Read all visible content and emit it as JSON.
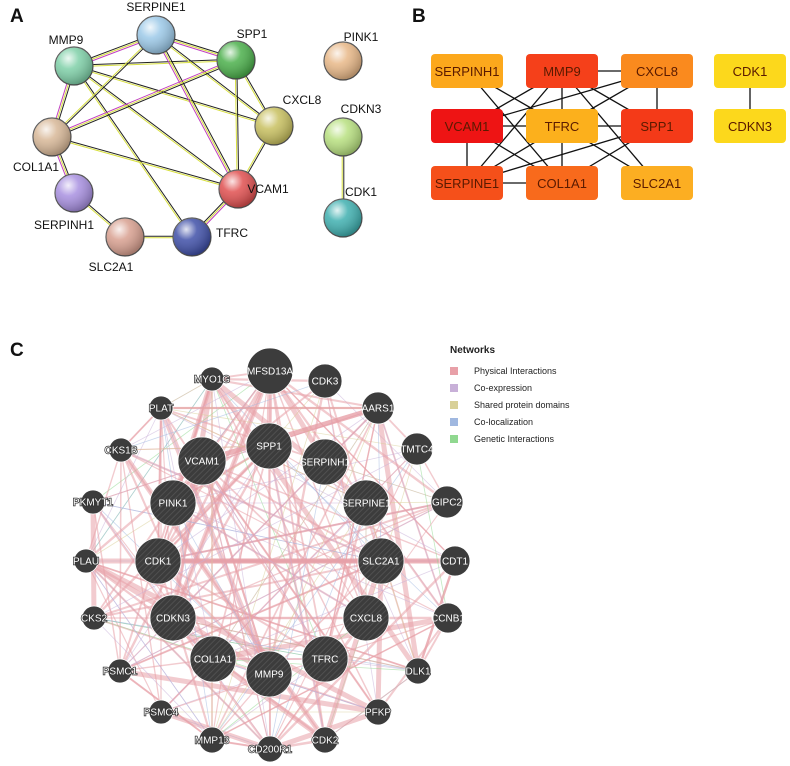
{
  "panels": {
    "a": {
      "letter": "A"
    },
    "b": {
      "letter": "B"
    },
    "c": {
      "letter": "C"
    }
  },
  "panel_a": {
    "nodes": [
      {
        "id": "SERPINE1",
        "color": "#9cc9e8"
      },
      {
        "id": "MMP9",
        "color": "#7fd0a8"
      },
      {
        "id": "SPP1",
        "color": "#4cb04c"
      },
      {
        "id": "CXCL8",
        "color": "#c8c060"
      },
      {
        "id": "COL1A1",
        "color": "#d8b898"
      },
      {
        "id": "VCAM1",
        "color": "#e05050"
      },
      {
        "id": "SERPINH1",
        "color": "#a890e0"
      },
      {
        "id": "SLC2A1",
        "color": "#d8a090"
      },
      {
        "id": "TFRC",
        "color": "#4050a8"
      },
      {
        "id": "PINK1",
        "color": "#e8b888"
      },
      {
        "id": "CDKN3",
        "color": "#b8e080"
      },
      {
        "id": "CDK1",
        "color": "#40b0b0"
      }
    ],
    "edges": [
      [
        "MMP9",
        "SERPINE1"
      ],
      [
        "MMP9",
        "SPP1"
      ],
      [
        "MMP9",
        "CXCL8"
      ],
      [
        "MMP9",
        "COL1A1"
      ],
      [
        "MMP9",
        "VCAM1"
      ],
      [
        "MMP9",
        "TFRC"
      ],
      [
        "SERPINE1",
        "SPP1"
      ],
      [
        "SERPINE1",
        "CXCL8"
      ],
      [
        "SERPINE1",
        "COL1A1"
      ],
      [
        "SERPINE1",
        "VCAM1"
      ],
      [
        "SPP1",
        "CXCL8"
      ],
      [
        "SPP1",
        "VCAM1"
      ],
      [
        "SPP1",
        "COL1A1"
      ],
      [
        "CXCL8",
        "VCAM1"
      ],
      [
        "COL1A1",
        "VCAM1"
      ],
      [
        "COL1A1",
        "SERPINH1"
      ],
      [
        "SERPINH1",
        "SLC2A1"
      ],
      [
        "SLC2A1",
        "TFRC"
      ],
      [
        "TFRC",
        "VCAM1"
      ],
      [
        "CDKN3",
        "CDK1"
      ]
    ]
  },
  "panel_b": {
    "nodes": [
      {
        "id": "SERPINH1",
        "color": "#fca81c"
      },
      {
        "id": "MMP9",
        "color": "#f5401a"
      },
      {
        "id": "CXCL8",
        "color": "#fa8a1e"
      },
      {
        "id": "VCAM1",
        "color": "#ee1414"
      },
      {
        "id": "TFRC",
        "color": "#fcb01c"
      },
      {
        "id": "SPP1",
        "color": "#f43a18"
      },
      {
        "id": "SERPINE1",
        "color": "#f5501a"
      },
      {
        "id": "COL1A1",
        "color": "#f86a1c"
      },
      {
        "id": "SLC2A1",
        "color": "#fcae22"
      },
      {
        "id": "CDK1",
        "color": "#fcd81c"
      },
      {
        "id": "CDKN3",
        "color": "#fcd81c"
      }
    ],
    "edges": [
      [
        "SERPINH1",
        "TFRC"
      ],
      [
        "SERPINH1",
        "COL1A1"
      ],
      [
        "MMP9",
        "CXCL8"
      ],
      [
        "MMP9",
        "VCAM1"
      ],
      [
        "MMP9",
        "TFRC"
      ],
      [
        "MMP9",
        "SERPINE1"
      ],
      [
        "MMP9",
        "SPP1"
      ],
      [
        "MMP9",
        "SLC2A1"
      ],
      [
        "CXCL8",
        "VCAM1"
      ],
      [
        "CXCL8",
        "TFRC"
      ],
      [
        "CXCL8",
        "SPP1"
      ],
      [
        "VCAM1",
        "TFRC"
      ],
      [
        "VCAM1",
        "SERPINE1"
      ],
      [
        "VCAM1",
        "COL1A1"
      ],
      [
        "TFRC",
        "SPP1"
      ],
      [
        "TFRC",
        "SERPINE1"
      ],
      [
        "TFRC",
        "COL1A1"
      ],
      [
        "TFRC",
        "SLC2A1"
      ],
      [
        "SPP1",
        "SERPINE1"
      ],
      [
        "SPP1",
        "COL1A1"
      ],
      [
        "SERPINE1",
        "COL1A1"
      ],
      [
        "CDK1",
        "CDKN3"
      ]
    ]
  },
  "panel_c": {
    "legend": {
      "title": "Networks",
      "items": [
        {
          "label": "Physical Interactions",
          "color": "#e8a0a8"
        },
        {
          "label": "Co-expression",
          "color": "#c8b0d8"
        },
        {
          "label": "Shared protein domains",
          "color": "#d8d098"
        },
        {
          "label": "Co-localization",
          "color": "#a0b8e0"
        },
        {
          "label": "Genetic Interactions",
          "color": "#90d890"
        }
      ]
    },
    "query_nodes": [
      "SPP1",
      "VCAM1",
      "SERPINH1",
      "PINK1",
      "SERPINE1",
      "CDK1",
      "SLC2A1",
      "CDKN3",
      "CXCL8",
      "COL1A1",
      "MMP9",
      "TFRC"
    ],
    "nodes": [
      "MFSD13A",
      "CDK3",
      "MYO1G",
      "PLAT",
      "AARS1",
      "CKS1B",
      "TMTC4",
      "VCAM1",
      "SPP1",
      "SERPINH1",
      "PKMYT1",
      "PINK1",
      "SERPINE1",
      "GIPC2",
      "PLAU",
      "CDK1",
      "SLC2A1",
      "CDT1",
      "CKS2",
      "CDKN3",
      "CXCL8",
      "CCNB1",
      "COL1A1",
      "MMP9",
      "TFRC",
      "PSMC1",
      "DLK1",
      "PSMC4",
      "PFKP",
      "MMP13",
      "CD200R1",
      "CDK2"
    ]
  }
}
